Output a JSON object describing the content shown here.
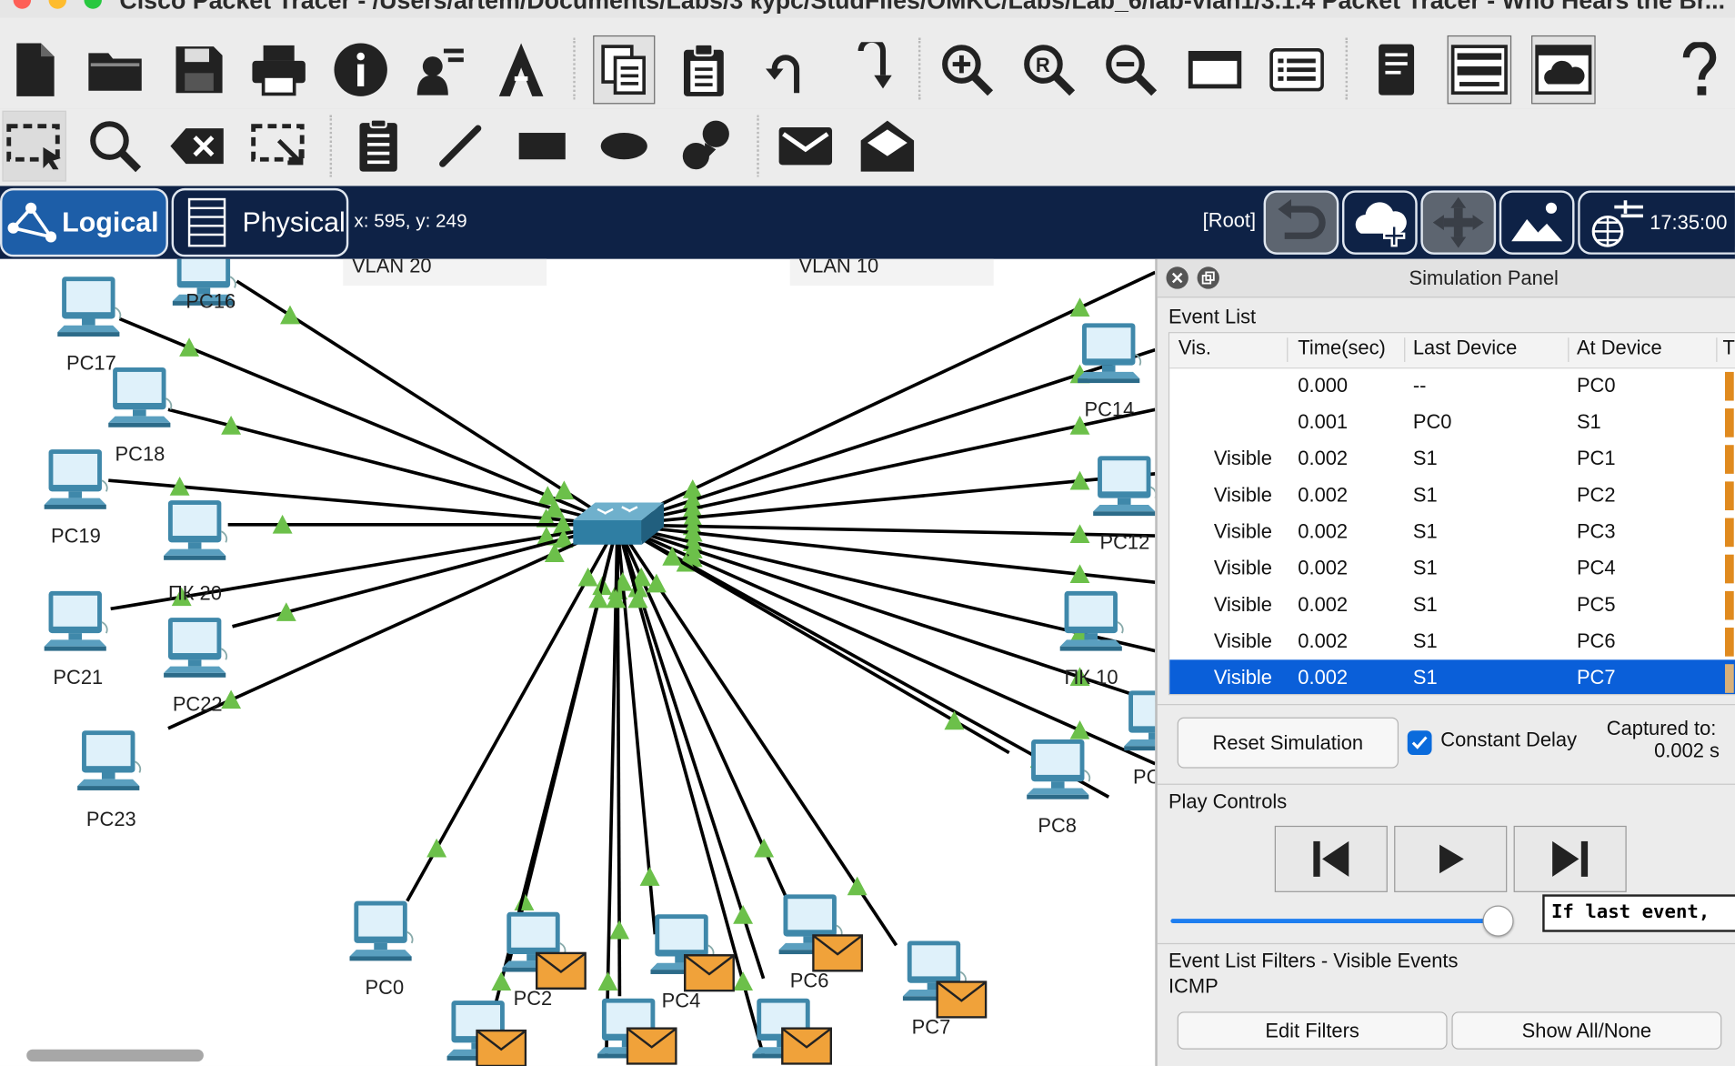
{
  "window": {
    "title": "Cisco Packet Tracer - /Users/artem/Documents/Labs/3 курс/StudFiles/OMKC/Labs/Lab_6/lab-vlan1/3.1.4 Packet Tracer - Who Hears the Br..."
  },
  "nav": {
    "logical_label": "Logical",
    "physical_label": "Physical",
    "coords": "x: 595, y: 249",
    "root_label": "[Root]",
    "clock": "17:35:00"
  },
  "canvas": {
    "vlan_left": "VLAN 20",
    "vlan_right": "VLAN 10",
    "devices": [
      {
        "label": "PC17"
      },
      {
        "label": "PC16"
      },
      {
        "label": "PC18"
      },
      {
        "label": "PC19"
      },
      {
        "label": "ПК 20"
      },
      {
        "label": "PC21"
      },
      {
        "label": "PC22"
      },
      {
        "label": "PC23"
      },
      {
        "label": "PC14"
      },
      {
        "label": "PC12"
      },
      {
        "label": "ПК 10"
      },
      {
        "label": "PC8"
      },
      {
        "label": "PC"
      },
      {
        "label": "PC0"
      },
      {
        "label": "PC2"
      },
      {
        "label": "PC4"
      },
      {
        "label": "PC6"
      },
      {
        "label": "PC7"
      }
    ],
    "link_color": "#000000",
    "link_up_color": "#6cc04a",
    "envelope_color": "#f0a23a"
  },
  "panel": {
    "title": "Simulation Panel",
    "event_list_label": "Event List",
    "columns": [
      "Vis.",
      "Time(sec)",
      "Last Device",
      "At Device",
      "T"
    ],
    "events": [
      {
        "vis": "",
        "time": "0.000",
        "last": "--",
        "at": "PC0"
      },
      {
        "vis": "",
        "time": "0.001",
        "last": "PC0",
        "at": "S1"
      },
      {
        "vis": "Visible",
        "time": "0.002",
        "last": "S1",
        "at": "PC1"
      },
      {
        "vis": "Visible",
        "time": "0.002",
        "last": "S1",
        "at": "PC2"
      },
      {
        "vis": "Visible",
        "time": "0.002",
        "last": "S1",
        "at": "PC3"
      },
      {
        "vis": "Visible",
        "time": "0.002",
        "last": "S1",
        "at": "PC4"
      },
      {
        "vis": "Visible",
        "time": "0.002",
        "last": "S1",
        "at": "PC5"
      },
      {
        "vis": "Visible",
        "time": "0.002",
        "last": "S1",
        "at": "PC6"
      },
      {
        "vis": "Visible",
        "time": "0.002",
        "last": "S1",
        "at": "PC7"
      }
    ],
    "selected_index": 8,
    "reset_label": "Reset Simulation",
    "constant_delay_label": "Constant Delay",
    "constant_delay_checked": true,
    "captured_label": "Captured to:",
    "captured_value": "0.002 s",
    "play_controls_label": "Play Controls",
    "tooltip": "If last event,",
    "filters_label": "Event List Filters - Visible Events",
    "filters_value": "ICMP",
    "edit_filters_label": "Edit Filters",
    "show_all_label": "Show All/None",
    "accent": "#0a5fd9"
  }
}
